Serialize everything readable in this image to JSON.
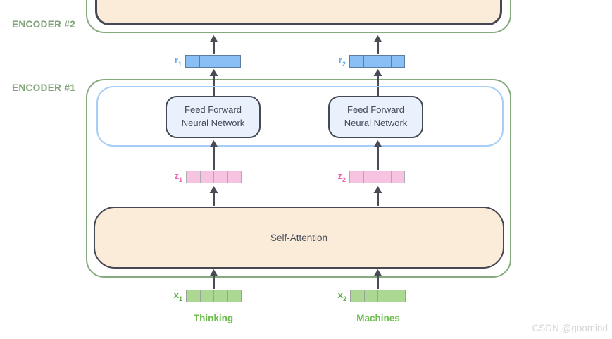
{
  "labels": {
    "encoder2": "ENCODER #2",
    "encoder1": "ENCODER #1",
    "ffnn_line1": "Feed Forward",
    "ffnn_line2": "Neural Network",
    "self_attention": "Self-Attention"
  },
  "vectors": {
    "r1": {
      "name": "r",
      "sub": "1",
      "cells": 4
    },
    "r2": {
      "name": "r",
      "sub": "2",
      "cells": 4
    },
    "z1": {
      "name": "z",
      "sub": "1",
      "cells": 4
    },
    "z2": {
      "name": "z",
      "sub": "2",
      "cells": 4
    },
    "x1": {
      "name": "x",
      "sub": "1",
      "cells": 4
    },
    "x2": {
      "name": "x",
      "sub": "2",
      "cells": 4
    }
  },
  "words": {
    "word1": "Thinking",
    "word2": "Machines"
  },
  "watermark": "CSDN @goomind",
  "colors": {
    "encoder_border": "#85aa7d",
    "encoder_label": "#7fa478",
    "dark_stroke": "#464853",
    "peach_fill": "#fbebd9",
    "ffnn_fill": "#e9f1fc",
    "inner_container_border": "#a5cdf6",
    "blue_cell": "#88bff4",
    "blue_cell_border": "#5a7da0",
    "blue_label": "#64aeed",
    "pink_cell": "#f6c3e0",
    "pink_cell_border": "#ababb3",
    "pink_label": "#f064ae",
    "green_cell": "#abd893",
    "green_cell_border": "#9aa29a",
    "green_label": "#55b03c",
    "word_green": "#6dbe4c",
    "arrow": "#4a4b57",
    "watermark_color": "#d5d5d5"
  }
}
